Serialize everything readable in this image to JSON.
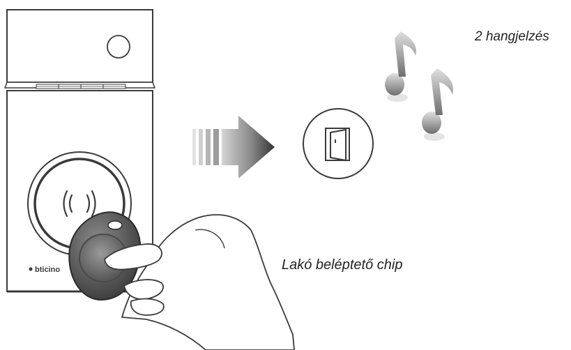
{
  "captions": {
    "beep_count": "2 hangjelzés",
    "resident_chip": "Lakó beléptető chip"
  },
  "device": {
    "brand": "bticino"
  },
  "icons": {
    "arrow": "gradient-arrow-icon",
    "door": "door-icon",
    "notes": "music-note-icon",
    "rfid": "rfid-waves-icon",
    "chip": "key-fob-chip-icon"
  },
  "colors": {
    "line": "#3a3a3a",
    "arrow_dark": "#3c3c3c",
    "arrow_light": "#c8c8c8",
    "note": "#8a8a8a"
  }
}
